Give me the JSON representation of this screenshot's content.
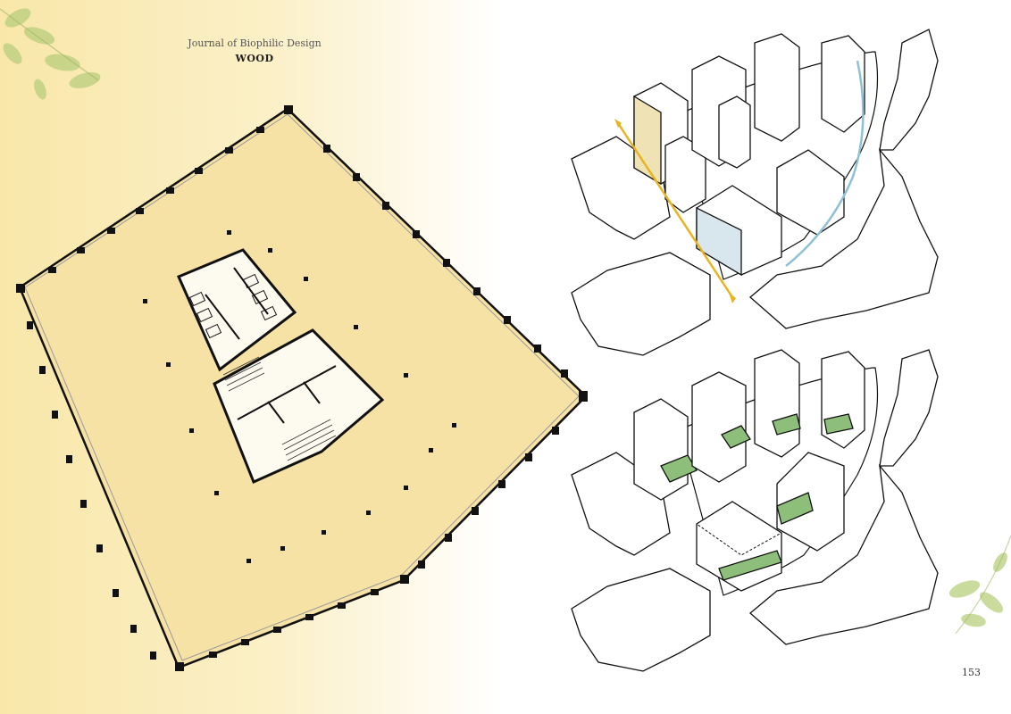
{
  "header": {
    "journal": "Journal of Biophilic Design",
    "section": "WOOD"
  },
  "page_number": "153",
  "colors": {
    "floor_fill": "#f7e2a6",
    "accent_green": "#8dbf7a",
    "wind_arrow": "#e8b41e",
    "water_arrow": "#8ec1d6"
  },
  "figures": [
    {
      "name": "floor-plan",
      "icon": "architectural-floor-plan"
    },
    {
      "name": "axonometric-circulation",
      "icon": "axonometric-diagram"
    },
    {
      "name": "axonometric-green-roofs",
      "icon": "axonometric-diagram"
    }
  ]
}
